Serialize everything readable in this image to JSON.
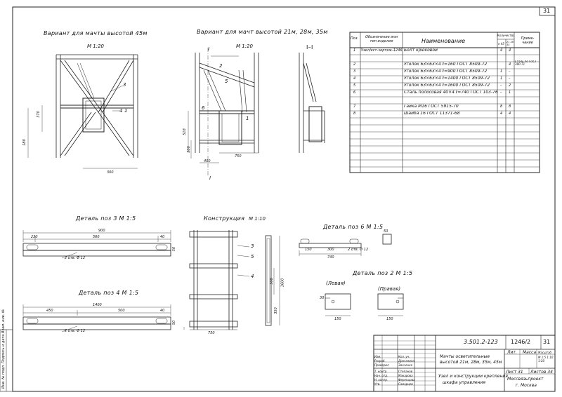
{
  "sheet": {
    "page_number": "31",
    "side_stamp": "Инв. № подл. Подпись и дата Взам. инв. №"
  },
  "views": {
    "variant_45": {
      "title": "Вариант для мачты высотой 45м",
      "scale": "М 1:20",
      "dims": [
        "370",
        "180",
        "300"
      ],
      "callouts": [
        "3",
        "4",
        "1"
      ]
    },
    "variant_21": {
      "title": "Вариант для мачт высотой 21м, 28м, 35м",
      "scale": "М 1:20",
      "dims": [
        "518",
        "300",
        "400",
        "750"
      ],
      "callouts": [
        "2",
        "5",
        "6",
        "1"
      ],
      "section_marks": [
        "I",
        "I"
      ]
    },
    "section": {
      "title": "I–I"
    },
    "detail3": {
      "title": "Деталь поз 3 М 1:5",
      "dims": [
        "900",
        "230",
        "560",
        "40",
        "50",
        "2 отв. Ф 12"
      ]
    },
    "detail4": {
      "title": "Деталь поз 4 М 1:5",
      "dims": [
        "1400",
        "450",
        "500",
        "40",
        "50",
        "2 отв. Ф 12"
      ]
    },
    "construction": {
      "title": "Конструкция",
      "scale": "М 1:10",
      "dims": [
        "750",
        "508",
        "1600",
        "350"
      ],
      "callouts": [
        "3",
        "5",
        "4"
      ]
    },
    "detail6": {
      "title": "Деталь поз 6 М 1:5",
      "dims": [
        "150",
        "300",
        "740",
        "2 отв. Ф 12",
        "50"
      ]
    },
    "detail2": {
      "title": "Деталь поз 2 М 1:5",
      "left": "(Левая)",
      "right": "(Правая)",
      "dims": [
        "150",
        "150",
        "30"
      ]
    }
  },
  "spec": {
    "headers": {
      "pos": "Поз.",
      "designation": "Обозначение или тип изделия",
      "name": "Наименование",
      "qty": "Количество",
      "qty45": "н 45",
      "qty21": "21 28 35",
      "note": "Приме-чание"
    },
    "rows": [
      {
        "pos": "1",
        "designation": "Узел/ест-чертеж-1246-04",
        "name": "Болт крюковой",
        "q1": "4",
        "q2": "4",
        "note": ""
      },
      {
        "pos": "2",
        "designation": "",
        "name": "Уголок 63×63×4  ℓ=160  ГОСТ 8509-72",
        "q1": "",
        "q2": "4",
        "note": "Сталь по ГОСТ 380-71"
      },
      {
        "pos": "3",
        "designation": "",
        "name": "Уголок 63×63×4  ℓ=900  ГОСТ 8509-72",
        "q1": "1",
        "q2": "–",
        "note": ""
      },
      {
        "pos": "4",
        "designation": "",
        "name": "Уголок 63×63×4  ℓ=1400  ГОСТ 8509-72",
        "q1": "1",
        "q2": "–",
        "note": ""
      },
      {
        "pos": "5",
        "designation": "",
        "name": "Уголок 63×63×4  ℓ=1600  ГОСТ 8509-72",
        "q1": "–",
        "q2": "2",
        "note": ""
      },
      {
        "pos": "6",
        "designation": "",
        "name": "Сталь полосовая 40×4  ℓ=740  ГОСТ 103-76",
        "q1": "–",
        "q2": "1",
        "note": ""
      },
      {
        "pos": "7",
        "designation": "",
        "name": "Гайка М16  ГОСТ 5915-70",
        "q1": "8",
        "q2": "8",
        "note": ""
      },
      {
        "pos": "8",
        "designation": "",
        "name": "Шайба 16  ГОСТ 11371-68",
        "q1": "4",
        "q2": "4",
        "note": ""
      }
    ]
  },
  "title_block": {
    "doc_code": "3.501.2-123",
    "doc_number": "1246/2",
    "sheet": "31",
    "title_line1": "Мачты осветительные",
    "title_line2": "высотой 21м, 28м, 35м, 45м",
    "title_line3": "Узел и конструкции крепления",
    "title_line4": "шкафа управления",
    "org_line1": "Моссвязьпроект",
    "org_line2": "г. Москва",
    "stage_label": "Лит.",
    "mass_label": "Масса",
    "scale_label": "Масштаб",
    "scale_values": "М 1:5  1:10  1:20",
    "sheet_label": "Лист 31",
    "sheets_label": "Листов 34",
    "roles": [
      "Изм.",
      "Разраб.",
      "Проверил",
      "Т. контр.",
      "Нач. отд.",
      "Н. контр.",
      "Утв."
    ],
    "names": [
      "Кол. уч.",
      "Дрогалина",
      "Зинченко",
      "Степанов",
      "Макарова",
      "Ференцова",
      "Самарцев"
    ]
  }
}
